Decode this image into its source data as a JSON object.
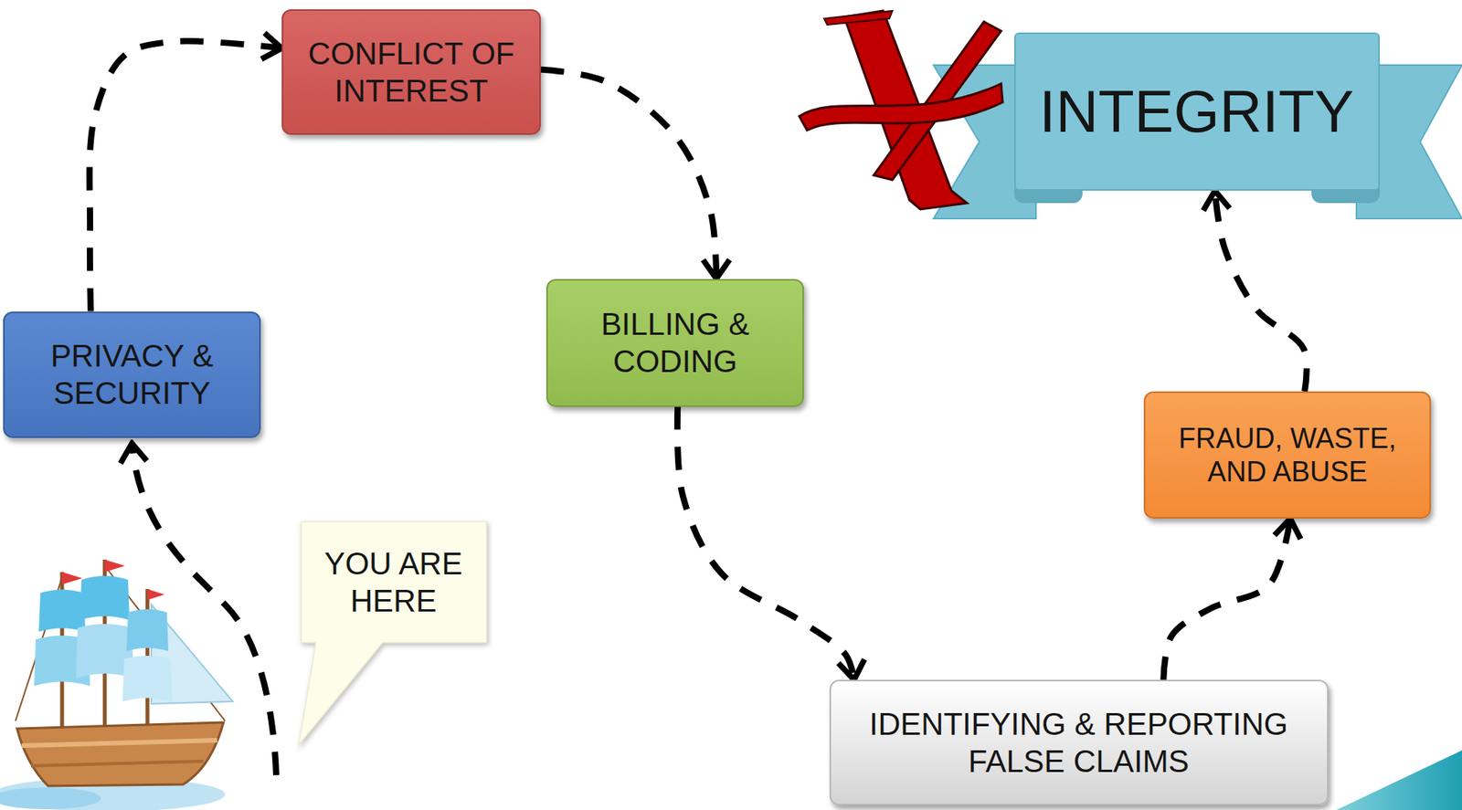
{
  "diagram": {
    "nodes": [
      {
        "text": [
          "CONFLICT OF INTEREST"
        ]
      },
      {
        "text": [
          "INTEGRITY"
        ]
      },
      {
        "text": [
          "BILLING & CODING"
        ]
      },
      {
        "text": [
          "PRIVACY & SECURITY"
        ]
      },
      {
        "text": [
          "FRAUD, WASTE, AND ABUSE"
        ]
      },
      {
        "text": [
          "YOU ARE HERE"
        ]
      },
      {
        "text": [
          "IDENTIFYING & REPORTING FALSE CLAIMS"
        ]
      }
    ],
    "edges": [
      {
        "from": 3,
        "to": 0,
        "arrow": "to"
      },
      {
        "from": 0,
        "to": 2,
        "arrow": "to"
      },
      {
        "from": 2,
        "to": 6,
        "arrow": "to"
      },
      {
        "from": 6,
        "to": 4,
        "arrow": "to"
      },
      {
        "from": 4,
        "to": 1,
        "arrow": "to"
      }
    ]
  }
}
